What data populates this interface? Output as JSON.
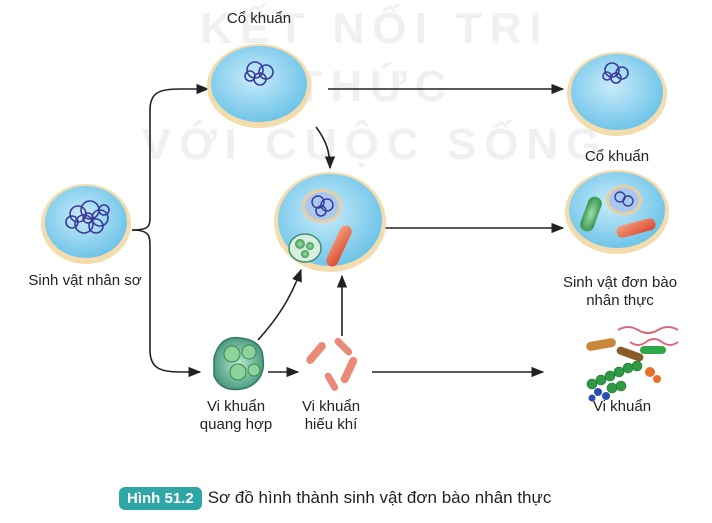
{
  "watermark": {
    "line1": "KẾT NỐI TRI THỨC",
    "line2": "VỚI CUỘC SỐNG"
  },
  "nodes": {
    "archaea_top": "Cổ khuẩn",
    "prokaryote": "Sinh vật nhân sơ",
    "archaea_right": "Cổ khuẩn",
    "eukaryote_line1": "Sinh vật đơn bào",
    "eukaryote_line2": "nhân thực",
    "photo_line1": "Vi khuẩn",
    "photo_line2": "quang hợp",
    "aerobic_line1": "Vi khuẩn",
    "aerobic_line2": "hiếu khí",
    "bacteria_right": "Vi khuẩn"
  },
  "caption": {
    "badge": "Hình 51.2",
    "title": "Sơ đồ hình thành sinh vật đơn bào nhân thực"
  },
  "colors": {
    "cell_fill": "#8fd3ee",
    "cell_rim": "#f5deb0",
    "nucleus": "#4a4aa8",
    "chloroplast": "#3fae5a",
    "mitochondrion": "#e8624a",
    "badge": "#2ea6a6"
  }
}
